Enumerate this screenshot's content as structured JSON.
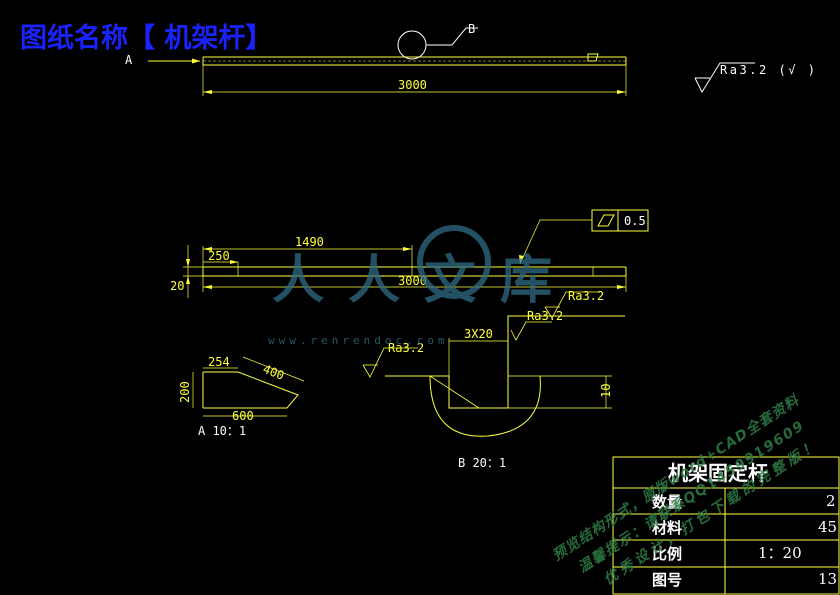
{
  "header": {
    "title": "图纸名称【 机架杆】"
  },
  "top_view": {
    "label_a": "A",
    "label_b": "B",
    "dim_length": "3000",
    "roughness_symbol": "Ra3.2 (√ )"
  },
  "middle_view": {
    "dim_1490": "1490",
    "dim_250": "250",
    "dim_3000": "3000",
    "dim_20": "20",
    "flatness_tol": "0.5",
    "roughness": "Ra3.2"
  },
  "detail_a": {
    "dim_254": "254",
    "dim_400": "400",
    "dim_200": "200",
    "dim_600": "600",
    "label": "A   10：1"
  },
  "detail_b": {
    "dim_slot": "3X20",
    "dim_10": "10",
    "roughness_left": "Ra3.2",
    "roughness_right": "Ra3.2",
    "label": "B 20：1"
  },
  "watermark": {
    "logo_text": "人人文库",
    "url": "www.renrendoc.com",
    "line1": "预览结构形式，原版word+CAD全套资料",
    "line2": "温馨提示：请联系QQ1459919609",
    "line3": "优秀设计，打包下载的完整版！"
  },
  "title_block": {
    "part_name": "机架固定杆",
    "label_qty": "数量",
    "qty": "2",
    "label_material": "材料",
    "material": "45",
    "label_scale": "比例",
    "scale": "1：20",
    "label_drawing_no": "图号",
    "drawing_no": "13"
  },
  "colors": {
    "background": "#000000",
    "line": "#ffff3c",
    "title": "#1a22ff",
    "table_text": "#ffffff"
  }
}
